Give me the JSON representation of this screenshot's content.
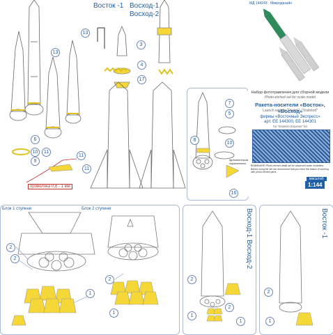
{
  "header": {
    "brand": "МД 144243 · Микродизайн",
    "title_vostok": "Восток -1",
    "title_voskhod1": "Восход-1",
    "title_voskhod2": "Восход-2"
  },
  "info": {
    "line1": "Набор фототравления для сборной модели",
    "line2": "Photo-etched set for scale model",
    "product": "Ракета-носители «Восток», «Восход»",
    "product_en": "Launch vehicle \"Vostok\", \"Voskhod\"",
    "maker": "фирмы «Восточный Экспресс»",
    "art": "арт. ЕЕ 144300, ЕЕ 144301",
    "art_en": "for \"Eastern Express\" kit",
    "warning": "ВНИМАНИЕ! Photo-etched detail set for advanced scale modellers. Before using the set we recommend that you have the basics of working with photo-etched parts.",
    "scale_label": "масштаб",
    "scale": "1:144",
    "triangle_note": "фрагментировать окрашенным"
  },
  "labels": {
    "wire": "проволока 0,8 - 1 мм",
    "block1": "Блок 1 ступени",
    "block2": "Блок 2 ступени",
    "panel3_title": "Восход-1 Восход-2",
    "panel4_title": "Восток -1"
  },
  "callouts": [
    "1",
    "2",
    "3",
    "4",
    "5",
    "6",
    "7",
    "8",
    "9",
    "10",
    "11",
    "13",
    "16",
    "17"
  ],
  "colors": {
    "accent": "#1f5fa8",
    "part": "#f5d838",
    "line": "#555555",
    "panel_border": "#a9b9d3",
    "red": "#c0302a",
    "green": "#1f7a4e"
  }
}
